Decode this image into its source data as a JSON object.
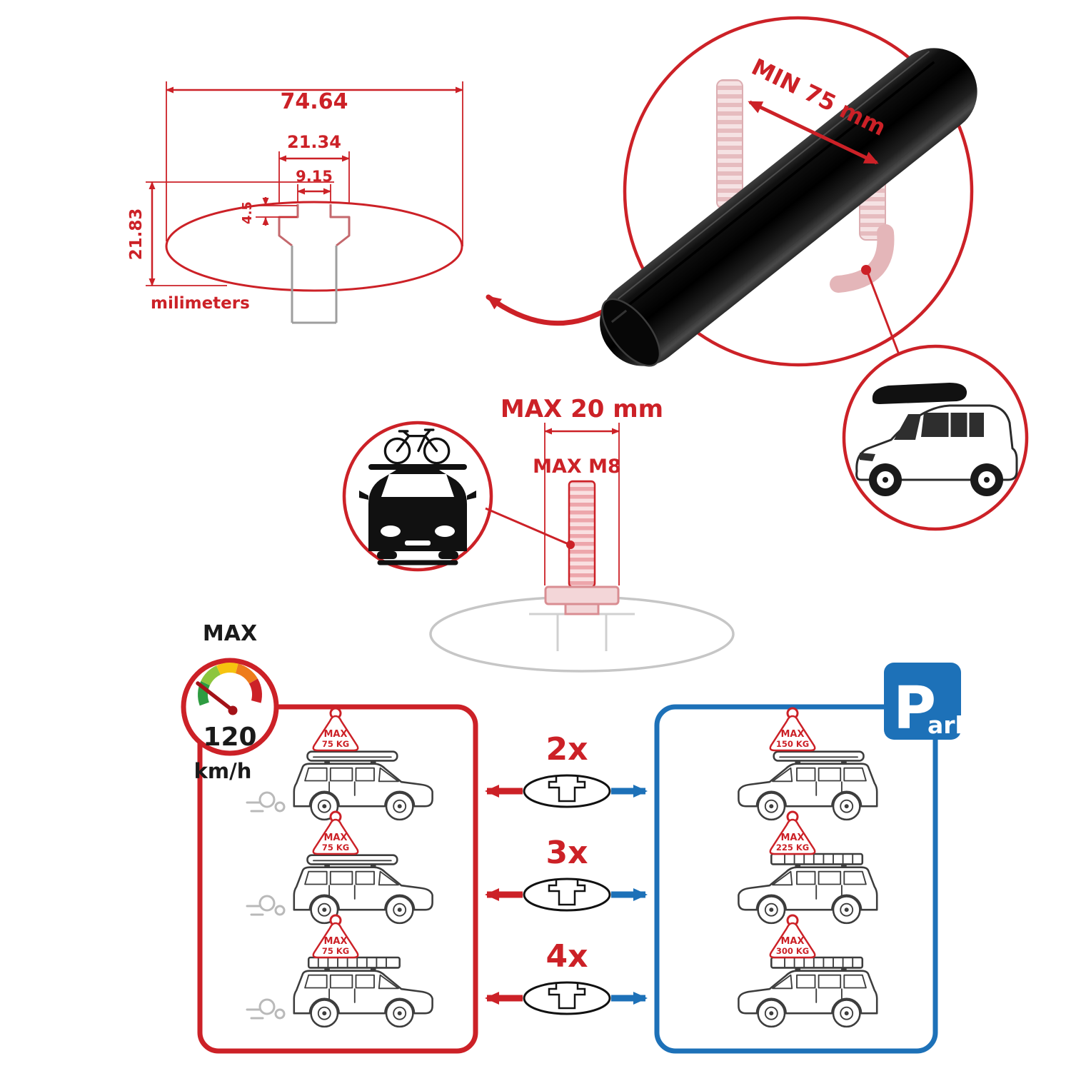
{
  "colors": {
    "red": "#cc2127",
    "blue": "#1d71b8",
    "black": "#1a1a1a",
    "faded_pink": "#e4b6b9",
    "gray": "#c6c6c6"
  },
  "profile_diagram": {
    "dim_total_width": "74.64",
    "dim_slot_width": "21.34",
    "dim_opening_width": "9.15",
    "dim_lip_depth": "4.5",
    "dim_height": "21.83",
    "units": "milimeters"
  },
  "bar_detail": {
    "min_span": "MIN 75 mm"
  },
  "bolt_detail": {
    "max_width": "MAX 20 mm",
    "max_thread": "MAX M8"
  },
  "speed_limit": {
    "label": "MAX",
    "value": "120",
    "unit": "km/h"
  },
  "parking_sign": {
    "letter": "P",
    "rest": "ark"
  },
  "capacity": {
    "rows": [
      {
        "count": "2x",
        "left_label": "MAX",
        "left_weight": "75 KG",
        "right_label": "MAX",
        "right_weight": "150 KG"
      },
      {
        "count": "3x",
        "left_label": "MAX",
        "left_weight": "75 KG",
        "right_label": "MAX",
        "right_weight": "225 KG"
      },
      {
        "count": "4x",
        "left_label": "MAX",
        "left_weight": "75 KG",
        "right_label": "MAX",
        "right_weight": "300 KG"
      }
    ]
  }
}
